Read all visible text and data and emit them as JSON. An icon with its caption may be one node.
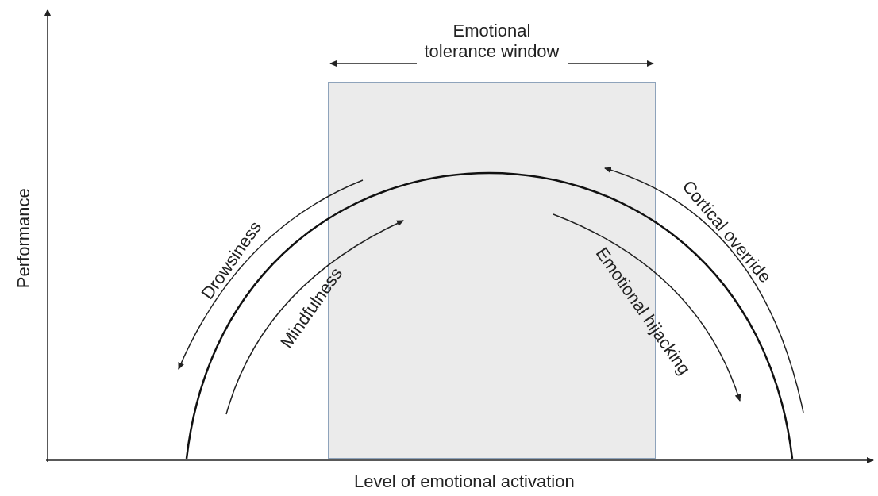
{
  "diagram": {
    "nodes": [
      {
        "text": [
          "Emotional tolerance window"
        ]
      }
    ],
    "labels": [
      "Performance",
      "Drowsiness",
      "Mindfulness",
      "Cortical override",
      "Emotional hijacking",
      "Level of emotional activation"
    ]
  }
}
